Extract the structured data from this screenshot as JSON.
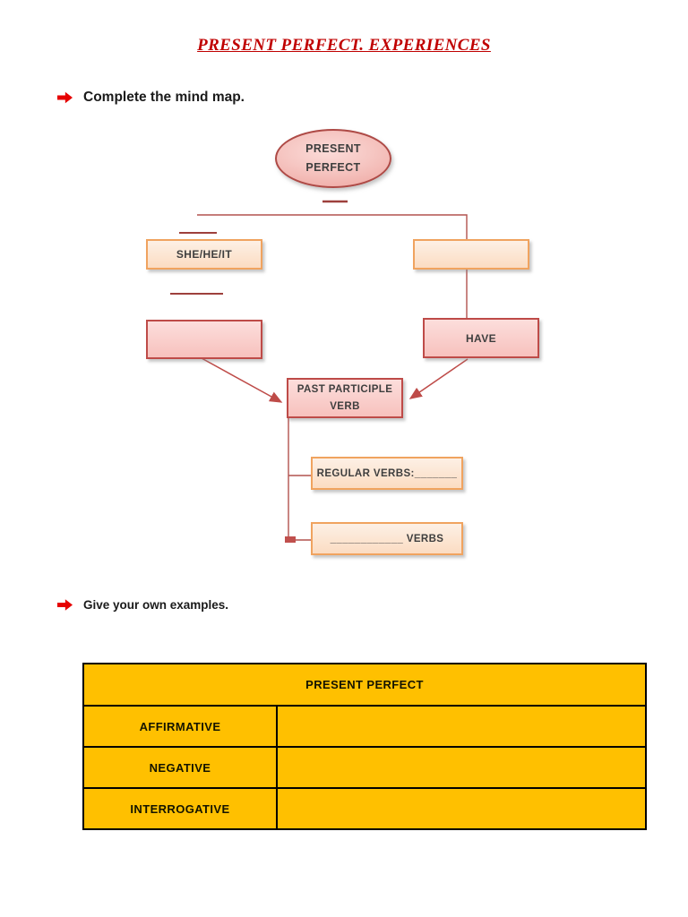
{
  "page": {
    "title": "PRESENT PERFECT. EXPERIENCES"
  },
  "instructions": {
    "first": "Complete the mind map.",
    "second": "Give your own examples."
  },
  "mindmap": {
    "root": {
      "line1": "PRESENT",
      "line2": "PERFECT"
    },
    "left_subject": "SHE/HE/IT",
    "right_subject_blank": "",
    "left_verb_blank": "",
    "right_verb": "HAVE",
    "participle": {
      "line1": "PAST PARTICIPLE",
      "line2": "VERB"
    },
    "regular": "REGULAR VERBS:_______",
    "irregular": "____________ VERBS"
  },
  "table": {
    "header": "PRESENT PERFECT",
    "rows": [
      {
        "label": "AFFIRMATIVE",
        "value": ""
      },
      {
        "label": "NEGATIVE",
        "value": ""
      },
      {
        "label": "INTERROGATIVE",
        "value": ""
      }
    ]
  },
  "colors": {
    "title_red": "#C00000",
    "bullet_red": "#E60000",
    "table_amber": "#FFC000",
    "pink_fill": "#F7C1BD",
    "pink_border": "#BE4B48",
    "peach_fill": "#FBDCC2",
    "peach_border": "#F0A35F",
    "connector_red": "#B2524E"
  }
}
